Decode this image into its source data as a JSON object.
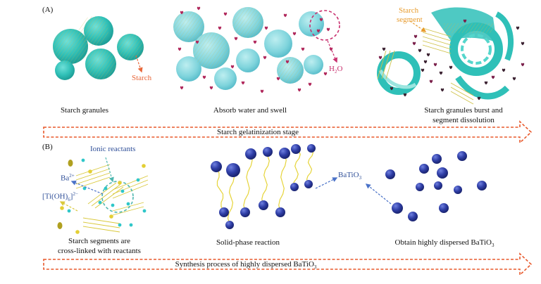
{
  "panel_a": {
    "tag": "(A)",
    "step1_caption": "Starch granules",
    "step2_caption": "Absorb water and swell",
    "step3_caption_line1": "Starch granules burst and",
    "step3_caption_line2": "segment dissolution",
    "starch_label": "Starch",
    "water_label_main": "H",
    "water_label_sub": "2",
    "water_label_end": "O",
    "segment_label_line1": "Starch",
    "segment_label_line2": "segment",
    "stage_arrow_label": "Starch gelatinization stage"
  },
  "panel_b": {
    "tag": "(B)",
    "ionic_label": "Ionic reactants",
    "ba_label": "Ba",
    "ba_sup": "2+",
    "ti_label_a": "[Ti(OH)",
    "ti_sub": "6",
    "ti_label_b": "]",
    "ti_sup": "2−",
    "batio_label_a": "BaTiO",
    "batio_sub": "3",
    "step1_caption_line1": "Starch segments are",
    "step1_caption_line2": "cross-linked with reactants",
    "step2_caption": "Solid-phase reaction",
    "step3_caption_a": "Obtain highly dispersed BaTiO",
    "step3_caption_sub": "3",
    "stage_arrow_label_a": "Synthesis process of highly dispersed BaTiO",
    "stage_arrow_label_sub": "3"
  },
  "colors": {
    "granule": "#2fc0b8",
    "water": "#b0265a",
    "arrow_dashed": "#e8582a",
    "particle": "#2b3a9e",
    "chain": "#e6d43a"
  }
}
